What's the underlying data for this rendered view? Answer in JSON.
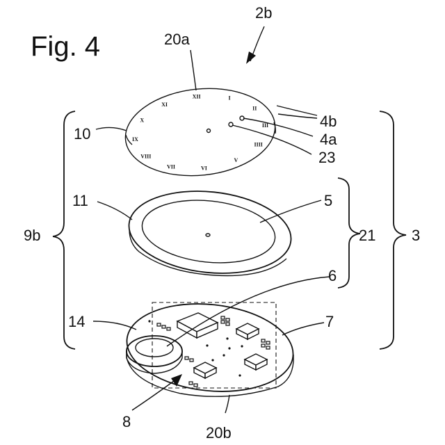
{
  "figure": {
    "title": "Fig. 4",
    "labels": {
      "l_2b": "2b",
      "l_20a": "20a",
      "l_10": "10",
      "l_4b": "4b",
      "l_4a": "4a",
      "l_23": "23",
      "l_11": "11",
      "l_5": "5",
      "l_9b": "9b",
      "l_21": "21",
      "l_3": "3",
      "l_6": "6",
      "l_14": "14",
      "l_7": "7",
      "l_8": "8",
      "l_20b": "20b"
    },
    "dial_numerals": [
      "I",
      "II",
      "III",
      "IIII",
      "V",
      "VI",
      "VII",
      "VIII",
      "IX",
      "X",
      "XI",
      "XII"
    ]
  }
}
